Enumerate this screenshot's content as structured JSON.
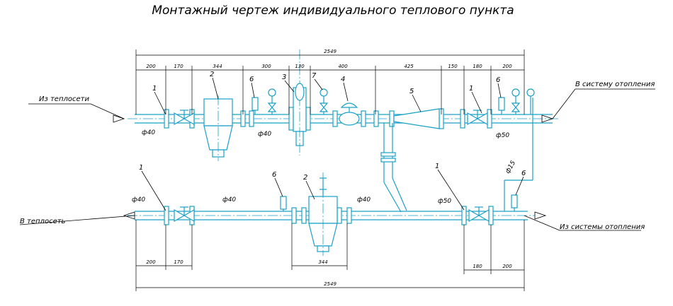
{
  "title": "Монтажный чертеж индивидуального теплового пункта",
  "labels": {
    "from_network": "Из теплосети",
    "to_heating": "В систему отопления",
    "to_network": "В теплосеть",
    "from_heating": "Из системы отопления"
  },
  "diameters": {
    "top_left": "ф40",
    "top_mid": "ф40",
    "top_right": "ф50",
    "bottom_left": "ф40",
    "bottom_mid1": "ф40",
    "bottom_mid2": "ф40",
    "bottom_right": "ф50",
    "vertical": "ф15"
  },
  "positions": {
    "top": [
      "1",
      "2",
      "6",
      "3",
      "7",
      "4",
      "5",
      "1",
      "6"
    ],
    "bottom": [
      "1",
      "6",
      "2",
      "1",
      "6"
    ]
  },
  "dimensions": {
    "top_total": "2549",
    "top_segments": [
      "200",
      "170",
      "344",
      "300",
      "130",
      "400",
      "425",
      "150",
      "180",
      "200"
    ],
    "bottom_left": [
      "200",
      "170"
    ],
    "bottom_mid": "344",
    "bottom_right": [
      "180",
      "200"
    ],
    "bottom_total": "2549"
  }
}
